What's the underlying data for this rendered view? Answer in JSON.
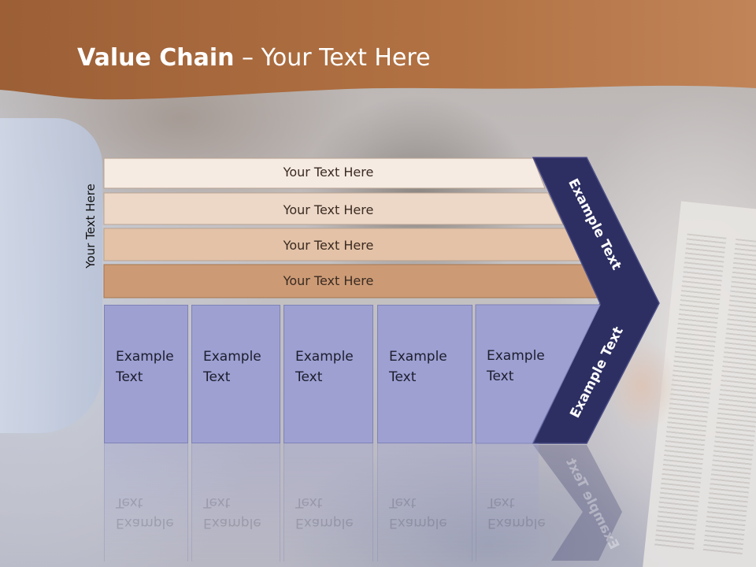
{
  "title": {
    "bold": "Value Chain",
    "rest": " – Your Text Here"
  },
  "side_label": "Your Text Here",
  "bars": [
    {
      "label": "Your Text Here",
      "color": "#f5ebe3"
    },
    {
      "label": "Your Text Here",
      "color": "#edd8c8"
    },
    {
      "label": "Your Text Here",
      "color": "#e3c2a7"
    },
    {
      "label": "Your Text Here",
      "color": "#cc9b76"
    }
  ],
  "columns": [
    {
      "label": "Example\nText"
    },
    {
      "label": "Example\nText"
    },
    {
      "label": "Example\nText"
    },
    {
      "label": "Example\nText"
    },
    {
      "label": "Example\nText"
    }
  ],
  "chevron": {
    "upper_label": "Example Text",
    "lower_label": "Example Text",
    "color": "#2d2f62"
  },
  "colors": {
    "header": "#a86a3c",
    "column_fill": "#9da0d1"
  }
}
